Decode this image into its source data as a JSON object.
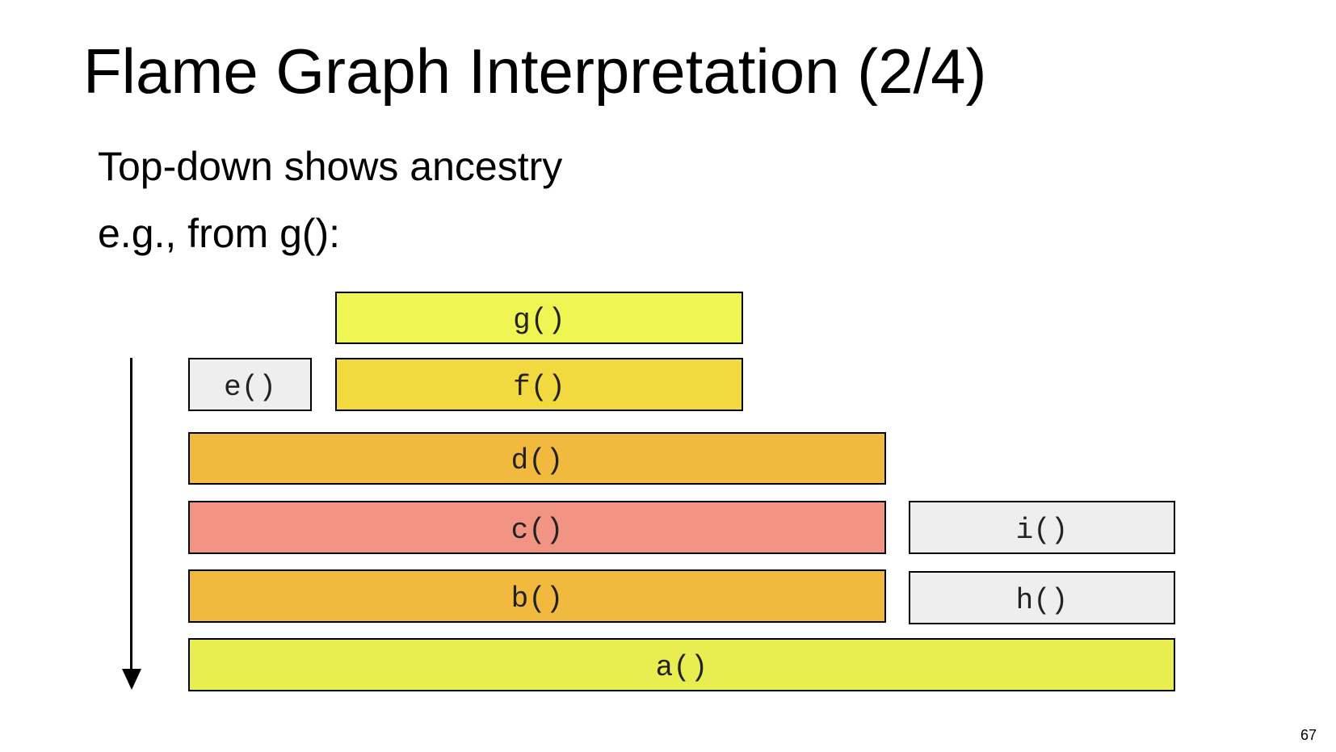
{
  "title": "Flame Graph Interpretation (2/4)",
  "bullets": [
    "Top-down shows ancestry",
    "e.g., from g():"
  ],
  "frames": {
    "g": {
      "label": "g()",
      "color": "#EFF653"
    },
    "e": {
      "label": "e()",
      "color": "#EEEEEE"
    },
    "f": {
      "label": "f()",
      "color": "#F3D940"
    },
    "d": {
      "label": "d()",
      "color": "#F2B93F"
    },
    "c": {
      "label": "c()",
      "color": "#F29484"
    },
    "i": {
      "label": "i()",
      "color": "#EEEEEE"
    },
    "b": {
      "label": "b()",
      "color": "#F2B93F"
    },
    "h": {
      "label": "h()",
      "color": "#EEEEEE"
    },
    "a": {
      "label": "a()",
      "color": "#E8EE50"
    }
  },
  "page_number": "67"
}
